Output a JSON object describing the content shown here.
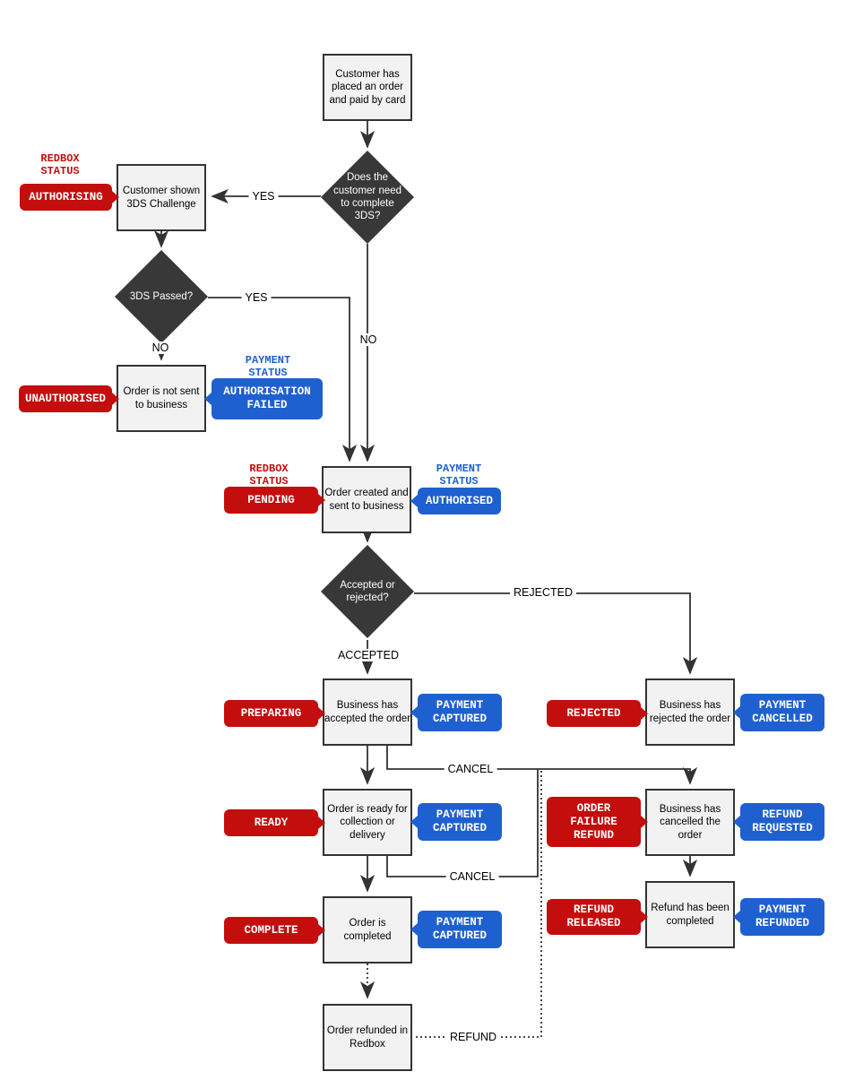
{
  "colors": {
    "red": "#c40d0d",
    "blue": "#1e60d0",
    "decision_fill": "#383838",
    "box_fill": "#f2f2f2",
    "box_border": "#333333",
    "line": "#333333"
  },
  "nodes": {
    "placed_order": "Customer has placed an order and paid by card",
    "shown_3ds": "Customer shown 3DS Challenge",
    "not_sent": "Order is not sent to business",
    "order_created": "Order created and sent to business",
    "accepted_order": "Business has accepted the order",
    "rejected_order": "Business has rejected the order",
    "ready_order": "Order is ready for collection or delivery",
    "cancelled_order": "Business has cancelled the order",
    "completed_order": "Order is completed",
    "refund_completed": "Refund has been completed",
    "refunded_redbox": "Order refunded in Redbox"
  },
  "decisions": {
    "need_3ds": "Does the customer need to complete 3DS?",
    "passed_3ds": "3DS Passed?",
    "accepted_rejected": "Accepted or rejected?"
  },
  "headings": {
    "redbox_status": "REDBOX STATUS",
    "payment_status": "PAYMENT STATUS"
  },
  "redbox_badges": {
    "authorising": "AUTHORISING",
    "unauthorised": "UNAUTHORISED",
    "pending": "PENDING",
    "preparing": "PREPARING",
    "rejected": "REJECTED",
    "ready": "READY",
    "order_failure_refund": "ORDER FAILURE REFUND",
    "complete": "COMPLETE",
    "refund_released": "REFUND RELEASED"
  },
  "payment_badges": {
    "authorisation_failed": "AUTHORISATION FAILED",
    "authorised": "AUTHORISED",
    "payment_captured": "PAYMENT CAPTURED",
    "payment_cancelled": "PAYMENT CANCELLED",
    "refund_requested": "REFUND REQUESTED",
    "payment_refunded": "PAYMENT REFUNDED"
  },
  "edge_labels": {
    "yes": "YES",
    "no": "NO",
    "accepted": "ACCEPTED",
    "rejected": "REJECTED",
    "cancel": "CANCEL",
    "refund": "REFUND"
  }
}
